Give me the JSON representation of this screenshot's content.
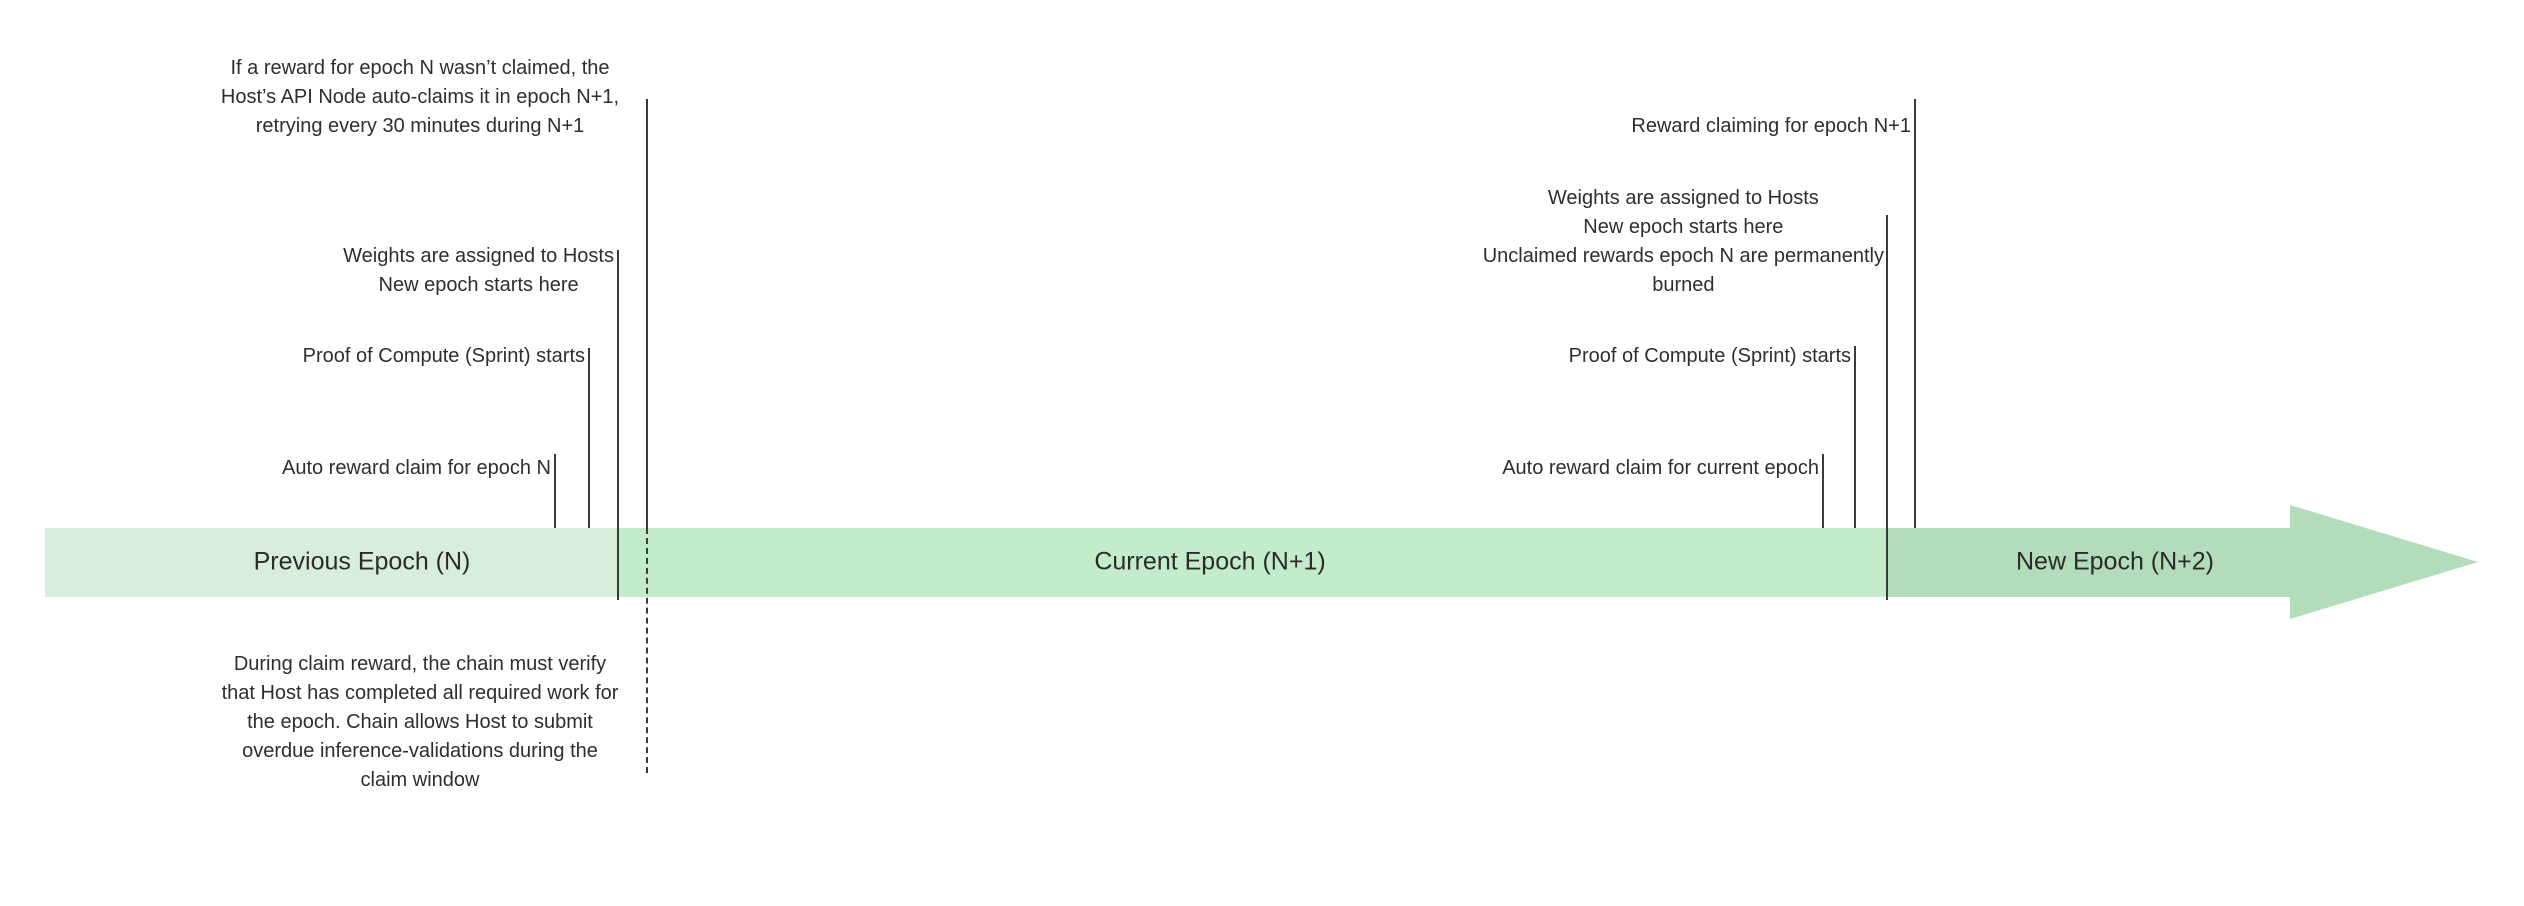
{
  "timeline": {
    "segments": [
      {
        "label": "Previous Epoch (N)",
        "color": "#d8eedd"
      },
      {
        "label": "Current Epoch (N+1)",
        "color": "#c3ecca"
      },
      {
        "label": "New Epoch (N+2)",
        "color": "#b2dcba"
      }
    ],
    "arrow_color": "#b2dcba"
  },
  "colors": {
    "event_line": "#3a3a3a",
    "annotation_text": "#2e2e2e",
    "band_label_text": "#2b2b2b",
    "background": "#ffffff"
  },
  "annotations": {
    "left": {
      "auto_claim_note": {
        "lines": [
          "If a reward for epoch N wasn’t claimed, the",
          "Host’s API Node auto-claims it in epoch N+1,",
          "retrying every 30 minutes during N+1"
        ]
      },
      "weights_note": {
        "lines": [
          "Weights are assigned to Hosts",
          "New epoch starts here"
        ]
      },
      "poc_note": {
        "text": "Proof of Compute (Sprint) starts"
      },
      "auto_reward_note": {
        "text": "Auto reward claim for epoch N"
      },
      "claim_window_note": {
        "lines": [
          "During claim reward, the chain must verify",
          "that Host has completed all required work for",
          "the epoch. Chain allows Host to submit",
          "overdue inference-validations during the",
          "claim window"
        ]
      }
    },
    "right": {
      "reward_claiming_note": {
        "text": "Reward claiming for epoch N+1"
      },
      "weights_note": {
        "lines": [
          "Weights are assigned to Hosts",
          "New epoch starts here",
          "Unclaimed rewards epoch N are permanently",
          "burned"
        ]
      },
      "poc_note": {
        "text": "Proof of Compute (Sprint) starts"
      },
      "auto_reward_note": {
        "text": "Auto reward claim for current epoch"
      }
    }
  }
}
